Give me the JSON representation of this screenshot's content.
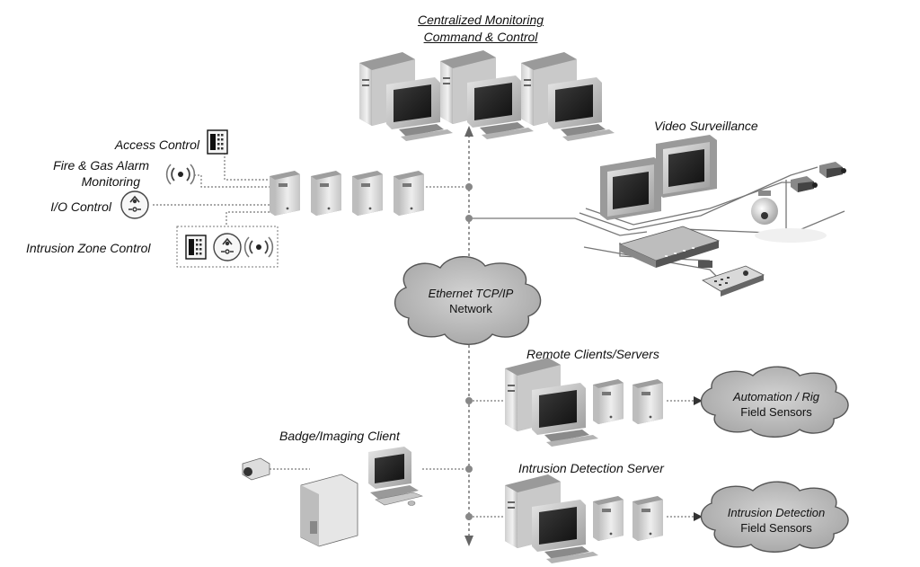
{
  "top": {
    "title_line1": "Centralized Monitoring",
    "title_line2": "Command & Control"
  },
  "left": {
    "access_control": "Access Control",
    "fire_gas_line1": "Fire & Gas Alarm",
    "fire_gas_line2": "Monitoring",
    "io_control": "I/O Control",
    "intrusion_zone": "Intrusion Zone Control"
  },
  "video": {
    "label": "Video Surveillance"
  },
  "network": {
    "line1": "Ethernet TCP/IP",
    "line2": "Network"
  },
  "remote": {
    "label": "Remote Clients/Servers",
    "cloud_line1": "Automation / Rig",
    "cloud_line2": "Field Sensors"
  },
  "badge": {
    "label": "Badge/Imaging Client"
  },
  "intrusion_server": {
    "label": "Intrusion Detection Server",
    "cloud_line1": "Intrusion Detection",
    "cloud_line2": "Field Sensors"
  }
}
